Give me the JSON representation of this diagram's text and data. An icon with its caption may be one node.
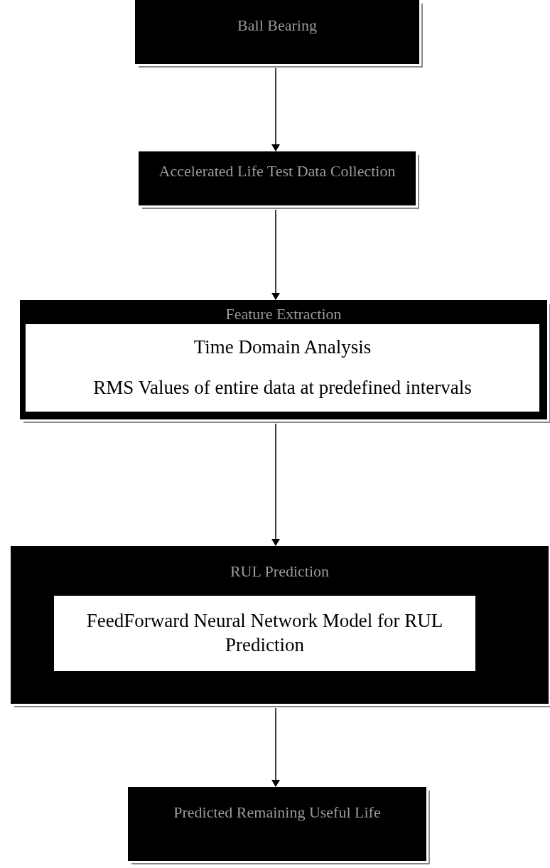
{
  "diagram": {
    "nodes": [
      {
        "text": [
          "Ball Bearing"
        ]
      },
      {
        "text": [
          "Accelerated Life Test Data Collection"
        ]
      },
      {
        "text": [
          "Feature Extraction"
        ]
      },
      {
        "text": [
          "Time Domain Analysis",
          "RMS Values of entire data at predefined intervals"
        ],
        "in": 2
      },
      {
        "text": [
          "RUL Prediction"
        ]
      },
      {
        "text": [
          "FeedForward Neural Network Model for RUL Prediction"
        ],
        "in": 4
      },
      {
        "text": [
          "Predicted Remaining Useful Life"
        ]
      }
    ],
    "edges": [
      {
        "from": 0,
        "to": 1,
        "arrow": "to"
      },
      {
        "from": 1,
        "to": 2,
        "arrow": "to"
      },
      {
        "from": 2,
        "to": 4,
        "arrow": "to"
      },
      {
        "from": 4,
        "to": 6,
        "arrow": "to"
      }
    ]
  }
}
